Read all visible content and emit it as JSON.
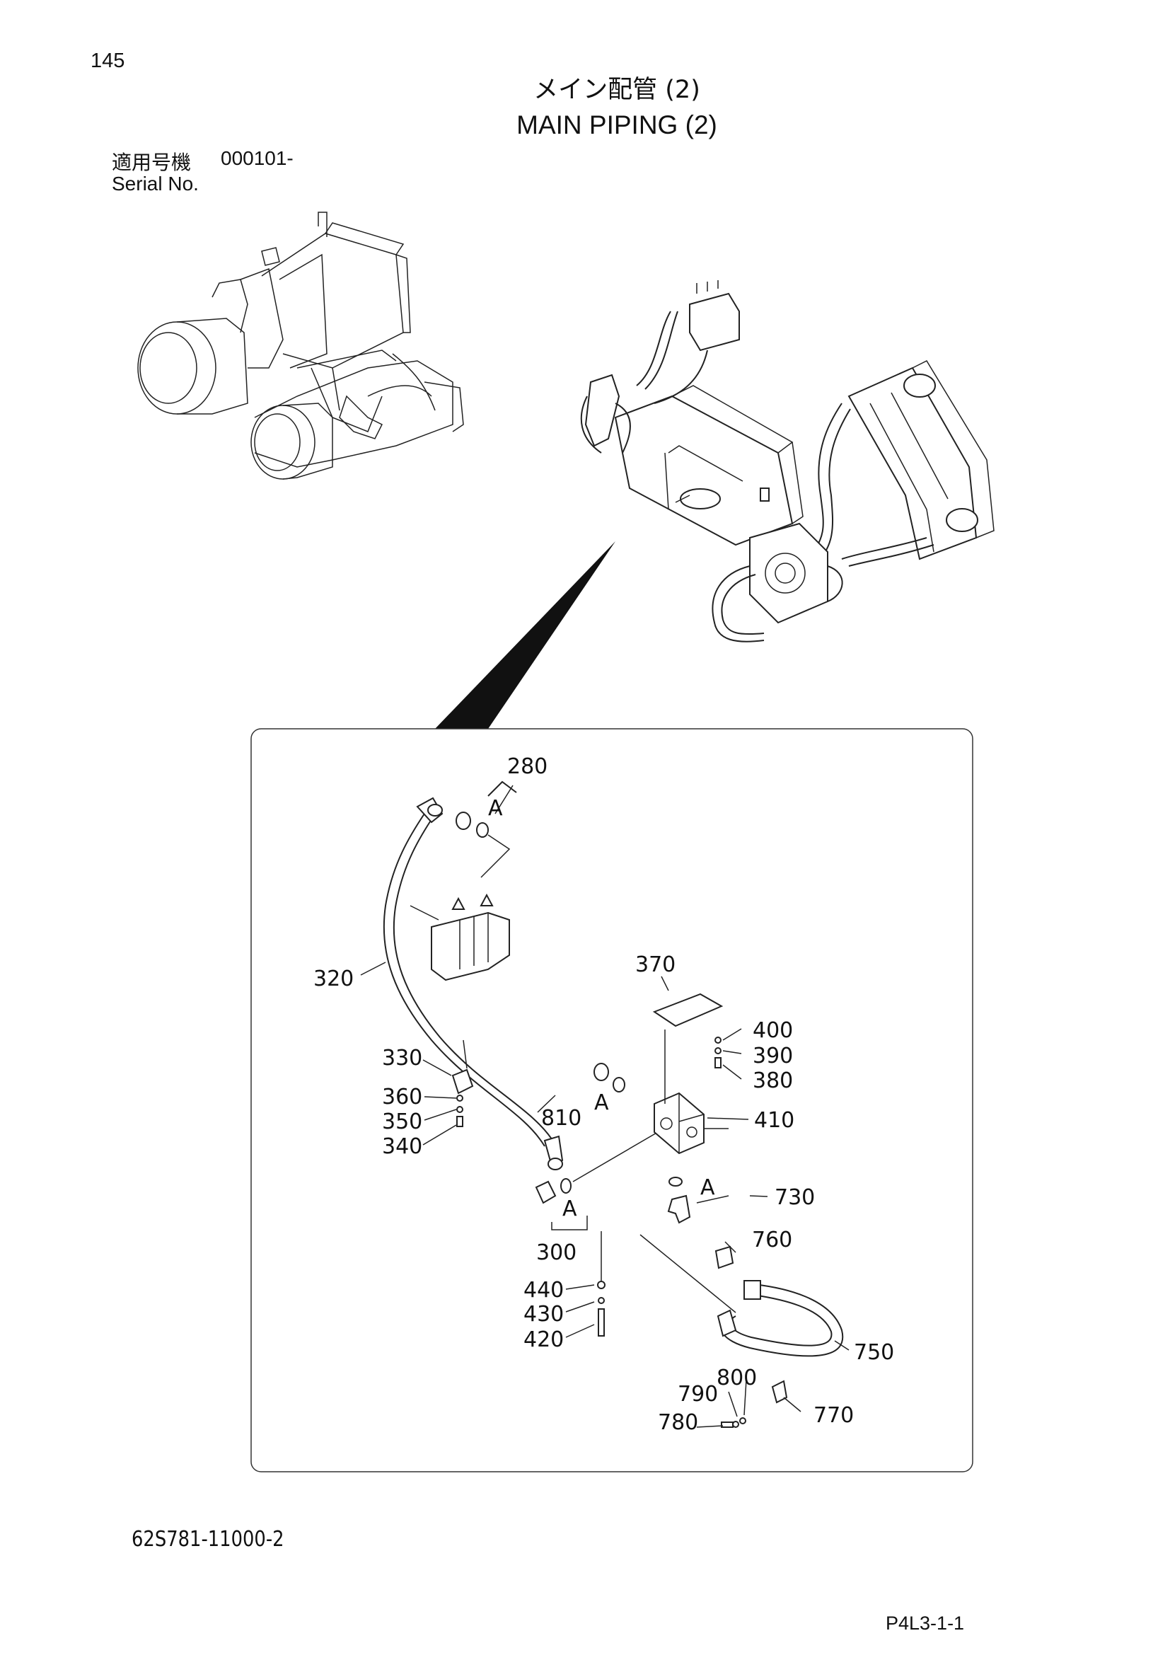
{
  "page_number": "145",
  "title_jp": "メイン配管 (2)",
  "title_en": "MAIN PIPING (2)",
  "serial": {
    "label_jp": "適用号機",
    "value": "000101-",
    "label_en": "Serial No."
  },
  "callouts": {
    "p280": "280",
    "p320": "320",
    "p330": "330",
    "p360": "360",
    "p350": "350",
    "p340": "340",
    "p300": "300",
    "p810": "810",
    "p370": "370",
    "p400": "400",
    "p390": "390",
    "p380": "380",
    "p410": "410",
    "p730": "730",
    "p760": "760",
    "p440": "440",
    "p430": "430",
    "p420": "420",
    "p750": "750",
    "p790": "790",
    "p800": "800",
    "p780": "780",
    "p770": "770"
  },
  "detail_markers": {
    "a1": "A",
    "a2": "A",
    "a3": "A",
    "a4": "A"
  },
  "drawing_number": "62S781-11000-2",
  "page_code": "P4L3-1-1"
}
